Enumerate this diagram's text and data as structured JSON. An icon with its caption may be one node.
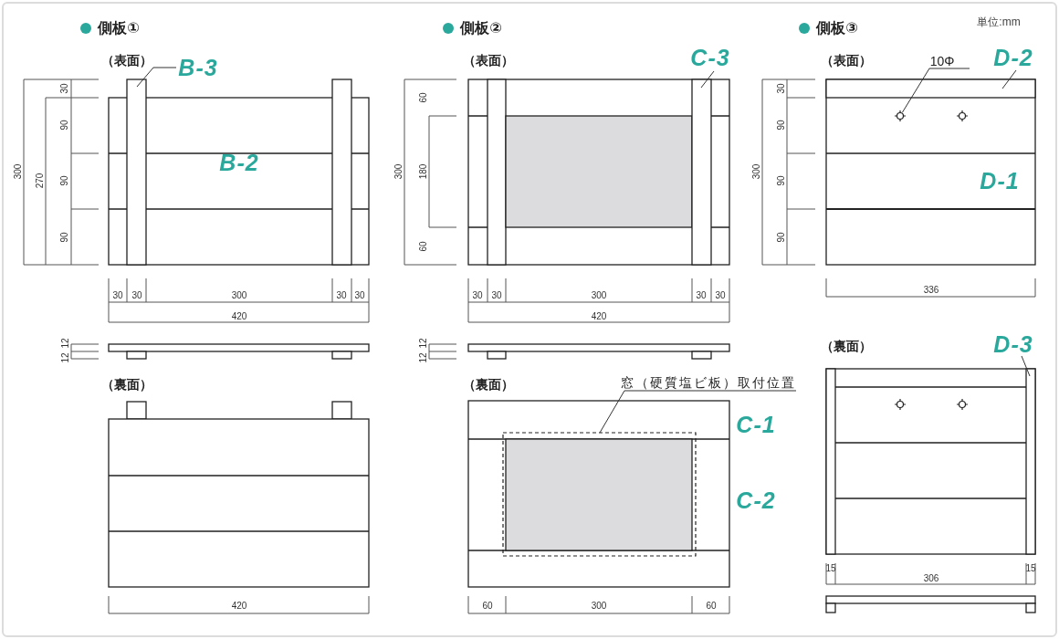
{
  "diagram": {
    "nodes": [
      {
        "text": [
          "B-3"
        ]
      },
      {
        "text": [],
        "shape": "bar"
      },
      {
        "text": [
          "C-3"
        ]
      },
      {
        "text": [],
        "shape": "bar"
      },
      {
        "text": [
          "10Φ"
        ]
      },
      {
        "text": [],
        "shape": "circle"
      },
      {
        "text": [
          "D-2"
        ]
      },
      {
        "text": [],
        "shape": "bar"
      },
      {
        "text": [
          "窓（硬質塩ビ板）取付位置"
        ]
      },
      {
        "text": [],
        "shape": "box"
      },
      {
        "text": [
          "D-3"
        ]
      },
      {
        "text": [],
        "shape": "bar"
      }
    ],
    "edges": [
      {
        "from": 0,
        "to": 1,
        "arrow": "none"
      },
      {
        "from": 2,
        "to": 3,
        "arrow": "none"
      },
      {
        "from": 4,
        "to": 5,
        "arrow": "none"
      },
      {
        "from": 6,
        "to": 7,
        "arrow": "none"
      },
      {
        "from": 8,
        "to": 9,
        "arrow": "none"
      },
      {
        "from": 10,
        "to": 11,
        "arrow": "none"
      }
    ],
    "labels": [
      "単位:mm",
      "側板①",
      "側板②",
      "側板③",
      "（表面）",
      "（表面）",
      "（表面）",
      "300",
      "270",
      "30",
      "90",
      "90",
      "90",
      "B-2",
      "30",
      "30",
      "300",
      "30",
      "30",
      "420",
      "12",
      "12",
      "300",
      "60",
      "180",
      "60",
      "30",
      "30",
      "300",
      "30",
      "30",
      "420",
      "12",
      "12",
      "300",
      "30",
      "90",
      "90",
      "90",
      "D-1",
      "336",
      "（裏面）",
      "（裏面）",
      "（裏面）",
      "C-1",
      "C-2",
      "420",
      "60",
      "300",
      "60",
      "15",
      "306",
      "15"
    ]
  }
}
